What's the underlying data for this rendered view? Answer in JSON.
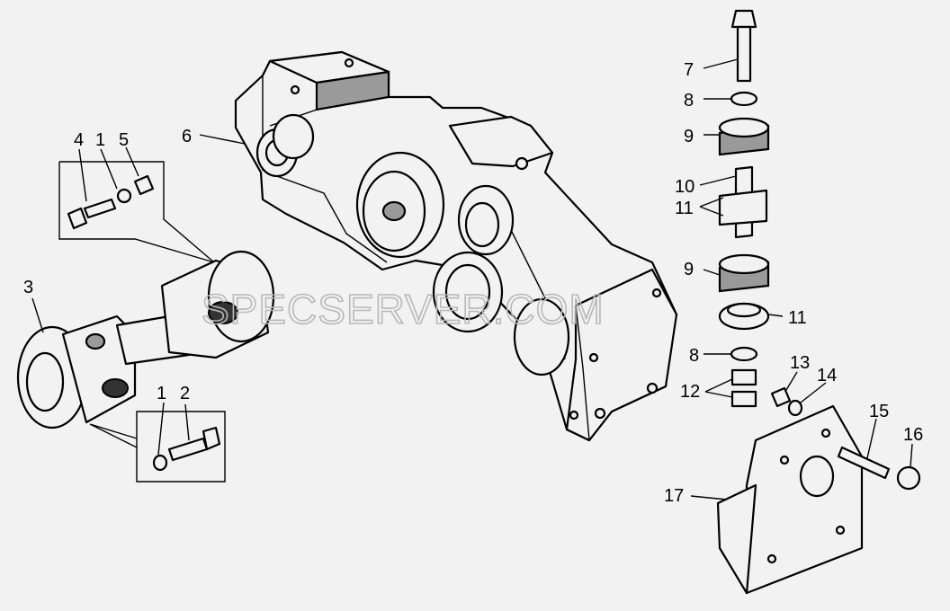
{
  "watermark": "SPECSERVER.COM",
  "callouts": {
    "c1a": "1",
    "c1b": "1",
    "c2": "2",
    "c3": "3",
    "c4": "4",
    "c5": "5",
    "c6": "6",
    "c7": "7",
    "c8a": "8",
    "c8b": "8",
    "c9a": "9",
    "c9b": "9",
    "c10": "10",
    "c11a": "11",
    "c11b": "11",
    "c12": "12",
    "c13": "13",
    "c14": "14",
    "c15": "15",
    "c16": "16",
    "c17": "17"
  },
  "colors": {
    "background": "#f2f2f2",
    "ink": "#000000",
    "shade": "#9a9a9a",
    "watermark": "#b8b8b8"
  }
}
